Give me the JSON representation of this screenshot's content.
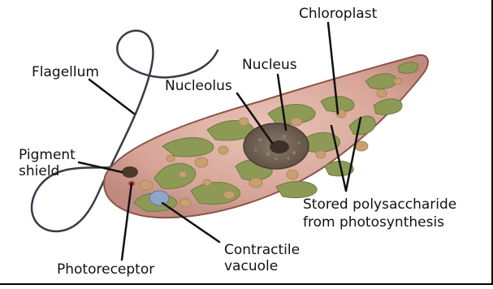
{
  "labels": {
    "chloroplast": "Chloroplast",
    "flagellum": "Flagellum",
    "nucleus": "Nucleus",
    "nucleolus": "Nucleolus",
    "pigment_shield_line1": "Pigment",
    "pigment_shield_line2": "shield",
    "stored_line1": "Stored polysaccharide",
    "stored_line2": "from photosynthesis",
    "contractile_line1": "Contractile",
    "contractile_line2": "vacuole",
    "photoreceptor": "Photoreceptor"
  },
  "colors": {
    "cell_body": "#d9a89e",
    "cell_outline": "#7a4a42",
    "chloroplast": "#8d9a56",
    "granule": "#c8a070",
    "nucleus": "#7b6a5a",
    "vacuole": "#8fa6c8",
    "eyespot": "#b43a2a",
    "leader_line": "#111111",
    "flagellum": "#3a3a4a"
  }
}
